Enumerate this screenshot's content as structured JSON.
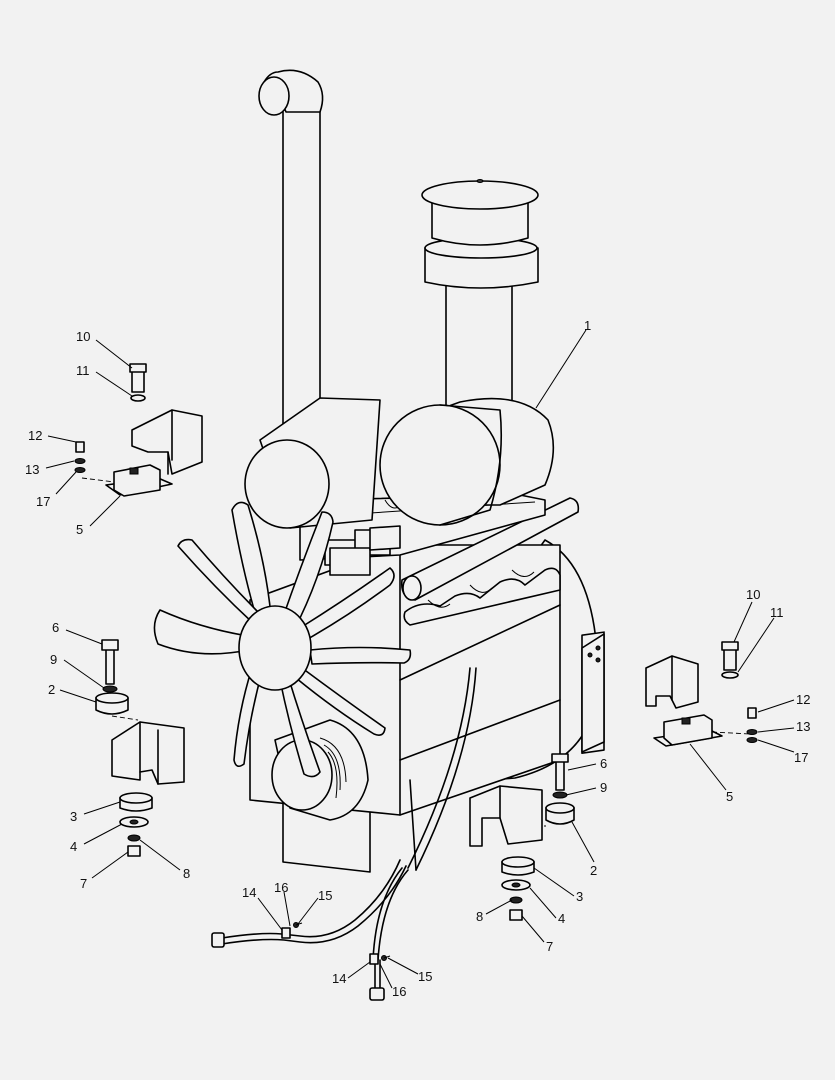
{
  "callouts": {
    "c1": "1",
    "c2a": "2",
    "c2b": "2",
    "c3a": "3",
    "c3b": "3",
    "c4a": "4",
    "c4b": "4",
    "c5a": "5",
    "c5b": "5",
    "c6a": "6",
    "c6b": "6",
    "c7a": "7",
    "c7b": "7",
    "c8a": "8",
    "c8b": "8",
    "c9a": "9",
    "c9b": "9",
    "c10a": "10",
    "c10b": "10",
    "c11a": "11",
    "c11b": "11",
    "c12a": "12",
    "c12b": "12",
    "c13a": "13",
    "c13b": "13",
    "c14a": "14",
    "c14b": "14",
    "c15a": "15",
    "c15b": "15",
    "c16a": "16",
    "c16b": "16",
    "c17a": "17",
    "c17b": "17"
  }
}
